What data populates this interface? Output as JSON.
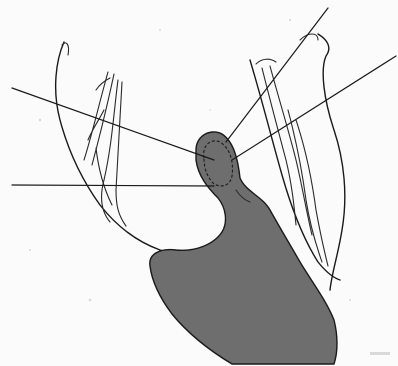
{
  "figure": {
    "colors": {
      "background": "#fbfbfb",
      "line": "#1a1a1a",
      "shaded_hand": "#6e6e6e",
      "speckle": "#9a9a9a"
    },
    "parts": [
      "left-hand-outline",
      "right-hand-outline",
      "shaded-hand-with-raised-finger",
      "fingertip-detail",
      "line-of-sight-rays"
    ]
  }
}
